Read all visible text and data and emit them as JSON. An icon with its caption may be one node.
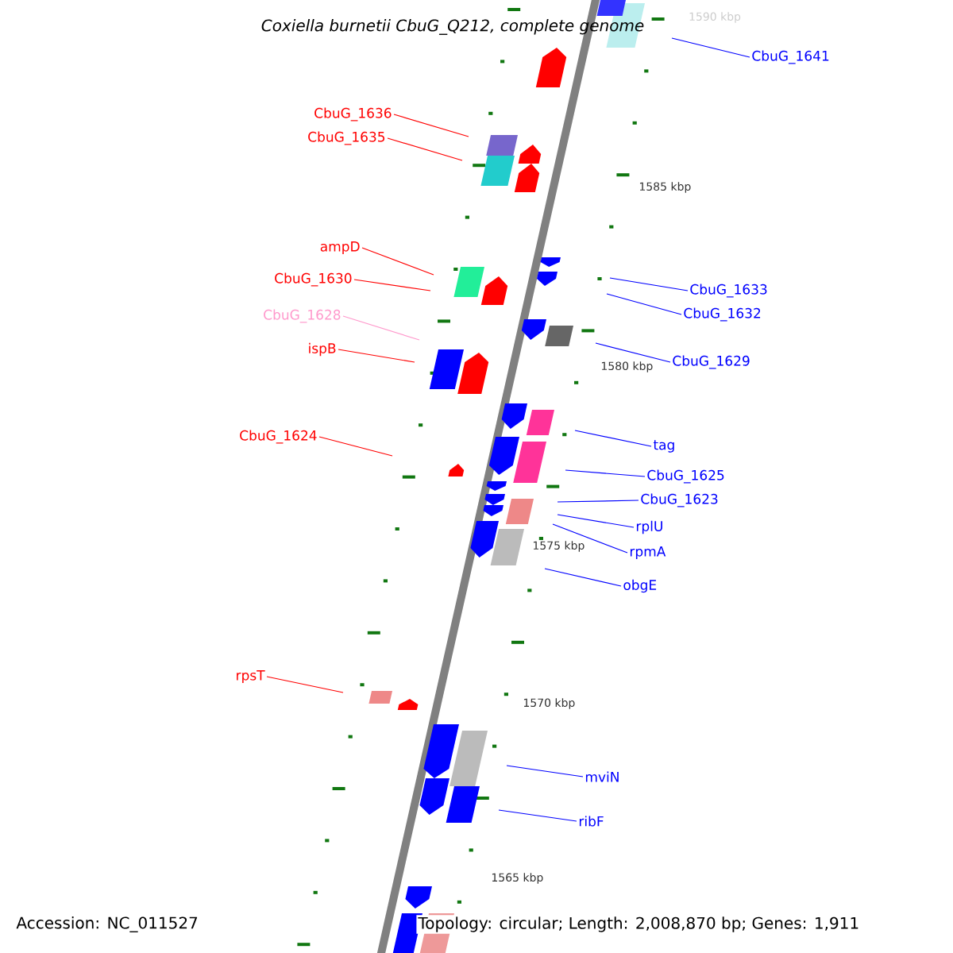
{
  "diagram": {
    "title": "Coxiella burnetii CbuG_Q212, complete genome",
    "nodes": [
      {
        "text": [
          "CbuG_1641"
        ]
      },
      {
        "text": [
          "CbuG_1636"
        ]
      },
      {
        "text": [
          "CbuG_1635"
        ]
      },
      {
        "text": [
          "ampD"
        ]
      },
      {
        "text": [
          "CbuG_1633"
        ]
      },
      {
        "text": [
          "CbuG_1630"
        ]
      },
      {
        "text": [
          "CbuG_1632"
        ]
      },
      {
        "text": [
          "CbuG_1628"
        ]
      },
      {
        "text": [
          "ispB"
        ]
      },
      {
        "text": [
          "CbuG_1629"
        ]
      },
      {
        "text": [
          "CbuG_1624"
        ]
      },
      {
        "text": [
          "tag"
        ]
      },
      {
        "text": [
          "CbuG_1625"
        ]
      },
      {
        "text": [
          "CbuG_1623"
        ]
      },
      {
        "text": [
          "rplU"
        ]
      },
      {
        "text": [
          "rpmA"
        ]
      },
      {
        "text": [
          "obgE"
        ]
      },
      {
        "text": [
          "rpsT"
        ]
      },
      {
        "text": [
          "mviN"
        ]
      },
      {
        "text": [
          "ribF"
        ]
      }
    ],
    "edges": [
      {
        "from": 0,
        "to": null,
        "arrow": "none"
      },
      {
        "from": 1,
        "to": null,
        "arrow": "none",
        "color": "#ff0000"
      },
      {
        "from": 2,
        "to": null,
        "arrow": "none",
        "color": "#ff0000"
      },
      {
        "from": 3,
        "to": null,
        "arrow": "none",
        "color": "#ff0000"
      },
      {
        "from": 4,
        "to": null,
        "arrow": "none"
      },
      {
        "from": 5,
        "to": null,
        "arrow": "none",
        "color": "#ff0000"
      },
      {
        "from": 6,
        "to": null,
        "arrow": "none"
      },
      {
        "from": 7,
        "to": null,
        "arrow": "none",
        "color": "#ff99cc"
      },
      {
        "from": 8,
        "to": null,
        "arrow": "none",
        "color": "#ff0000"
      },
      {
        "from": 9,
        "to": null,
        "arrow": "none"
      },
      {
        "from": 10,
        "to": null,
        "arrow": "none",
        "color": "#ff0000"
      },
      {
        "from": 11,
        "to": null,
        "arrow": "none"
      },
      {
        "from": 12,
        "to": null,
        "arrow": "none"
      },
      {
        "from": 13,
        "to": null,
        "arrow": "none"
      },
      {
        "from": 14,
        "to": null,
        "arrow": "none"
      },
      {
        "from": 15,
        "to": null,
        "arrow": "none"
      },
      {
        "from": 16,
        "to": null,
        "arrow": "none"
      },
      {
        "from": 17,
        "to": null,
        "arrow": "none",
        "color": "#ff0000"
      },
      {
        "from": 18,
        "to": null,
        "arrow": "none"
      },
      {
        "from": 19,
        "to": null,
        "arrow": "none"
      }
    ],
    "labels": [
      "1590 kbp",
      "1585 kbp",
      "1580 kbp",
      "1575 kbp",
      "1570 kbp",
      "1565 kbp",
      "Accession: NC_011527",
      "Topology: circular; Length: 2,008,870 bp; Genes: 1,911"
    ]
  }
}
